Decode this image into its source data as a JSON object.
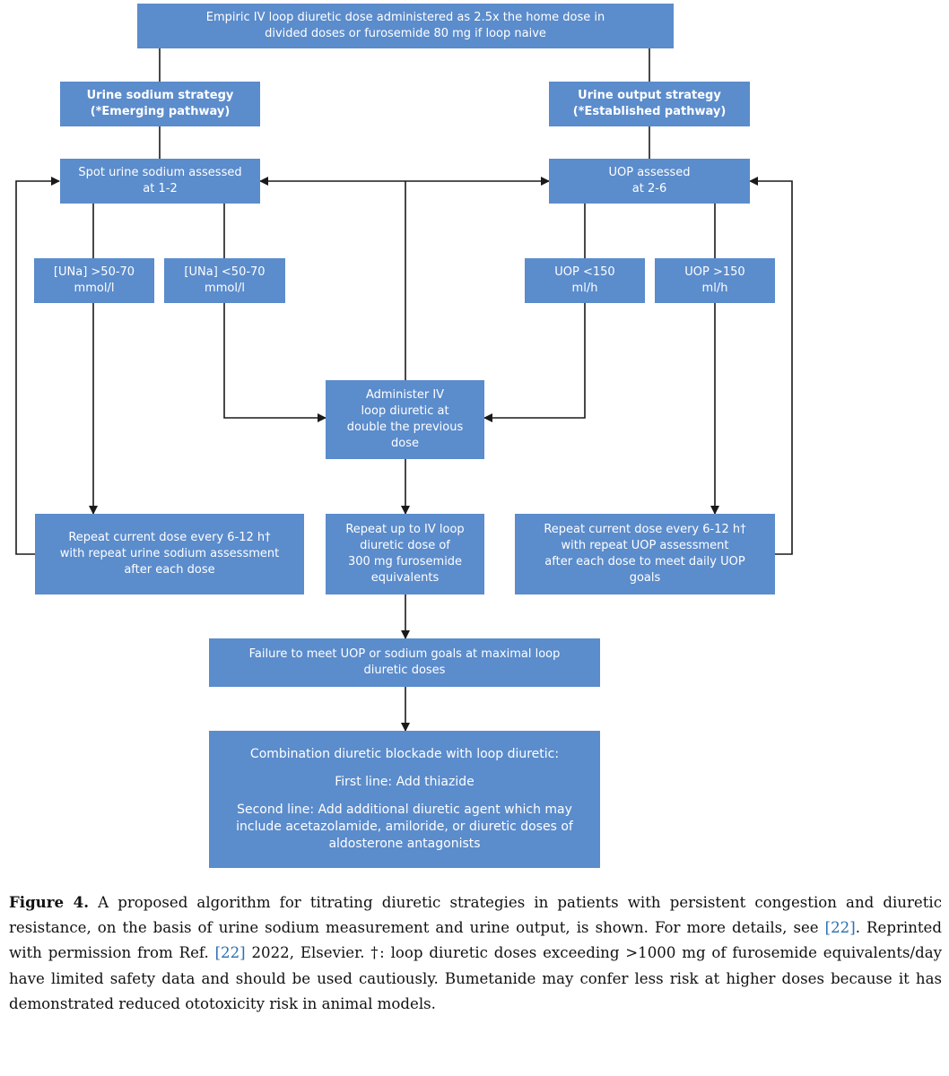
{
  "diagram": {
    "top": "Empiric IV loop diuretic dose administered as 2.5x the home dose in\ndivided doses or furosemide 80 mg if loop naive",
    "sodium_strategy": "Urine sodium strategy\n(*Emerging pathway)",
    "output_strategy": "Urine output strategy\n(*Established pathway)",
    "spot_sodium": "Spot urine sodium assessed\nat 1-2",
    "uop_assessed": "UOP assessed\nat 2-6",
    "una_high": "[UNa] >50-70\nmmol/l",
    "una_low": "[UNa] <50-70\nmmol/l",
    "uop_low": "UOP <150\nml/h",
    "uop_high": "UOP >150\nml/h",
    "administer": "Administer IV\nloop diuretic at\ndouble the previous\ndose",
    "repeat_sodium": "Repeat current dose every 6-12 h†\nwith repeat urine sodium assessment\nafter each dose",
    "repeat_upto": "Repeat up to IV loop\ndiuretic dose of\n300 mg furosemide\nequivalents",
    "repeat_uop": "Repeat current dose every 6-12 h†\nwith repeat UOP assessment\nafter each dose to meet daily UOP\ngoals",
    "failure": "Failure to meet UOP or sodium goals at maximal loop\ndiuretic doses",
    "combination": {
      "line1": "Combination diuretic blockade with loop diuretic:",
      "line2": "First line: Add thiazide",
      "line3": "Second line: Add additional diuretic agent which may\ninclude acetazolamide, amiloride, or diuretic doses of\naldosterone antagonists"
    }
  },
  "caption": {
    "label": "Figure 4.",
    "part1": " A proposed algorithm for titrating diuretic strategies in patients with persistent congestion and diuretic resistance, on the basis of urine sodium measurement and urine output, is shown. For more details, see ",
    "ref1": "[22]",
    "part2": ". Reprinted with permission from Ref. ",
    "ref2": "[22]",
    "part3": " 2022, Elsevier. †: loop diuretic doses exceeding >1000 mg of furosemide equivalents/day have limited safety data and should be used cautiously. Bumetanide may confer less risk at higher doses because it has demonstrated reduced ototoxicity risk in animal models."
  }
}
